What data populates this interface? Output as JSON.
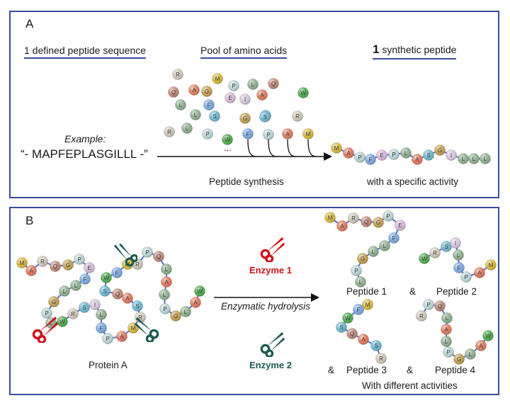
{
  "panel_a": {
    "label": "A",
    "heading_left": "1 defined peptide sequence",
    "heading_middle": "Pool of amino acids",
    "heading_right_bold": "1",
    "heading_right_rest": " synthetic peptide",
    "example_label": "Example:",
    "example_sequence": "“- MAPFEPLASGILLL -”",
    "ellipsis": "...",
    "arrow_caption": "Peptide synthesis",
    "result_caption": "with a specific activity",
    "pool_letters": [
      "R",
      "M",
      "P",
      "L",
      "Q",
      "Q",
      "A",
      "G",
      "E",
      "I",
      "A",
      "W",
      "L",
      "F",
      "S",
      "L",
      "S",
      "G",
      "S",
      "R",
      "R",
      "L",
      "P",
      "W",
      "F",
      "P",
      "A",
      "M"
    ],
    "peptide_letters": [
      "M",
      "A",
      "P",
      "F",
      "E",
      "P",
      "L",
      "A",
      "S",
      "G",
      "I",
      "L",
      "L",
      "L"
    ]
  },
  "panel_b": {
    "label": "B",
    "protein_caption": "Protein A",
    "enzyme1_label": "Enzyme 1",
    "enzyme2_label": "Enzyme 2",
    "arrow_caption": "Enzymatic hydrolysis",
    "peptide1_label": "Peptide 1",
    "peptide2_label": "Peptide 2",
    "peptide3_label": "Peptide 3",
    "peptide4_label": "Peptide 4",
    "ampersand": "&",
    "results_caption": "With different activities",
    "protein_letters": [
      "M",
      "A",
      "R",
      "Q",
      "G",
      "P",
      "E",
      "F",
      "L",
      "L",
      "G",
      "P",
      "L",
      "W",
      "R",
      "S",
      "I",
      "L",
      "F",
      "P",
      "A",
      "M",
      "R",
      "S",
      "A",
      "Q",
      "S",
      "W",
      "F",
      "M",
      "R",
      "P",
      "Q",
      "L",
      "A",
      "L",
      "P",
      "G",
      "L",
      "A",
      "W"
    ],
    "peptide1_letters": [
      "M",
      "A",
      "R",
      "Q",
      "G",
      "P",
      "E",
      "F",
      "L",
      "L",
      "G",
      "P",
      "L"
    ],
    "peptide2_letters": [
      "W",
      "R",
      "S",
      "I",
      "L",
      "F",
      "P",
      "A",
      "M"
    ],
    "peptide3_letters": [
      "M",
      "F",
      "W",
      "S",
      "Q",
      "A",
      "S",
      "R"
    ],
    "peptide4_letters": [
      "R",
      "P",
      "Q",
      "L",
      "A",
      "L",
      "P",
      "G",
      "L",
      "A",
      "W"
    ]
  },
  "colors": {
    "border": "#3a4a9a",
    "enzyme1": "#d0121b",
    "enzyme2": "#1d5a52",
    "bond": "#5a6fd0",
    "amino": {
      "M": "#d9b83a",
      "A": "#e07a5f",
      "R": "#cfc6b6",
      "Q": "#c08a7a",
      "G": "#c4a050",
      "P": "#b8d4d4",
      "E": "#d8b8d8",
      "F": "#7aa8e0",
      "L": "#8fb090",
      "W": "#4fae4f",
      "S": "#6fb8d0",
      "I": "#d4c4dc"
    }
  }
}
